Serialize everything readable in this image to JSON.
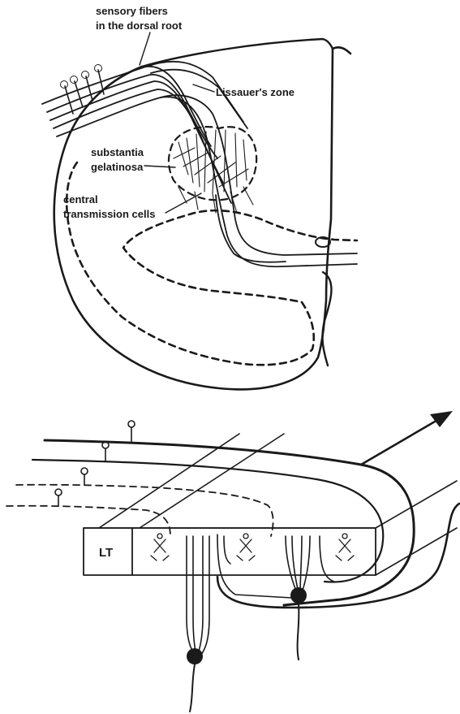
{
  "top_figure": {
    "labels": {
      "sensory_fibers_line1": "sensory fibers",
      "sensory_fibers_line2": "in the dorsal root",
      "lissauer": "Lissauer's zone",
      "substantia_line1": "substantia",
      "substantia_line2": "gelatinosa",
      "central_line1": "central",
      "central_line2": "transmission cells"
    }
  },
  "bottom_figure": {
    "labels": {
      "lt": "LT"
    }
  },
  "colors": {
    "ink": "#1a1a1a",
    "background": "#ffffff"
  }
}
